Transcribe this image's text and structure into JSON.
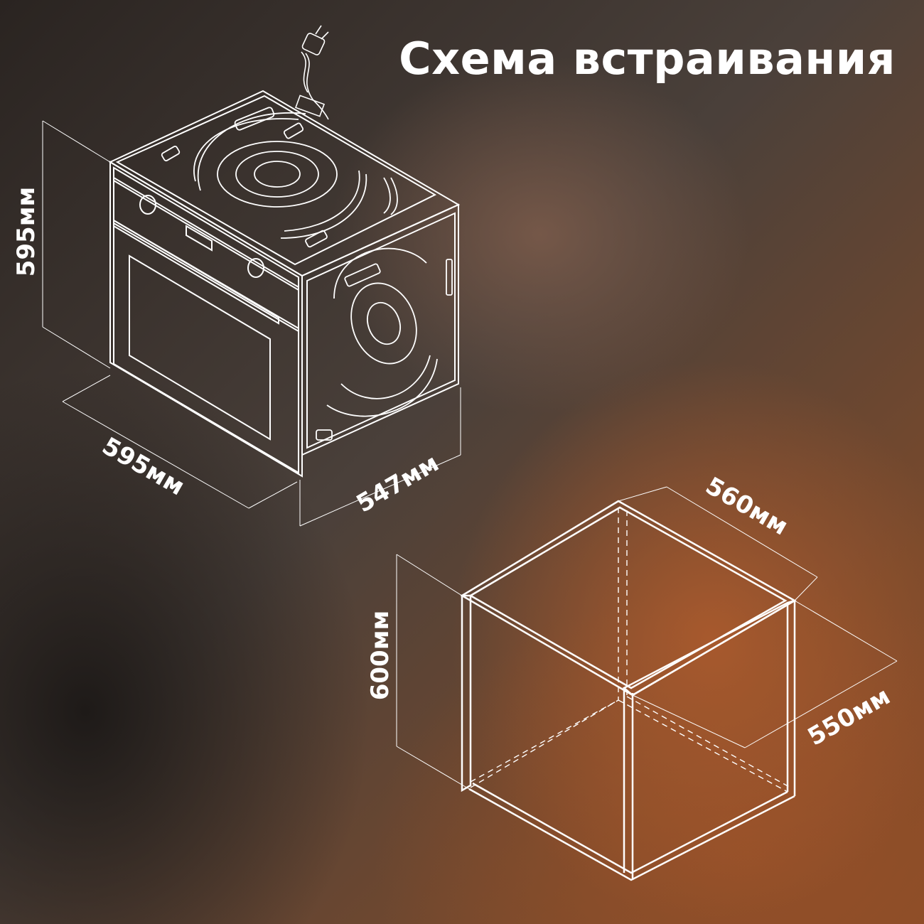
{
  "title": "Схема встраивания",
  "oven": {
    "height_label": "595мм",
    "width_label": "595мм",
    "depth_label": "547мм"
  },
  "niche": {
    "width_label": "560мм",
    "height_label": "600мм",
    "depth_label": "550мм"
  },
  "colors": {
    "line": "#ffffff",
    "accent_orange": "#9a5530",
    "background_dark": "#2a2522"
  }
}
